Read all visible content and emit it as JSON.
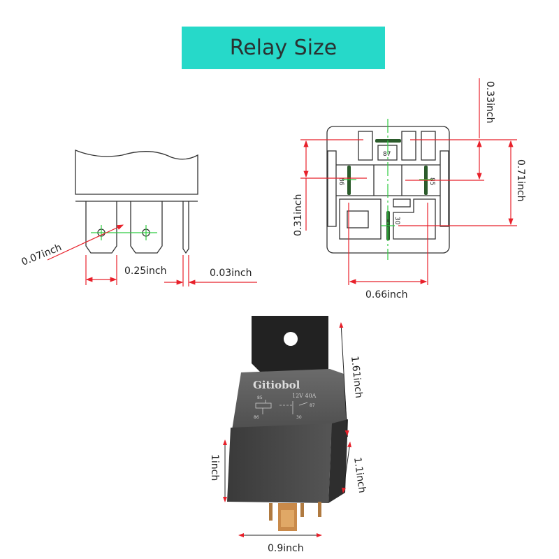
{
  "title": "Relay Size",
  "colors": {
    "banner": "#26d9c9",
    "dimension_line": "#e8202a",
    "center_line": "#2ecc40"
  },
  "side_view": {
    "dims": {
      "pin_hole": "0.07inch",
      "pin_width": "0.25inch",
      "pin_thickness": "0.03inch"
    }
  },
  "bottom_view": {
    "pins": {
      "p87": "87",
      "p86": "86",
      "p85": "85",
      "p30": "30"
    },
    "dims": {
      "pin87_to_86": "0.31inch",
      "pin87_to_85": "0.33inch",
      "pin87_to_30": "0.71inch",
      "pin86_to_85": "0.66inch"
    }
  },
  "photo": {
    "brand": "Gitiobol",
    "rating": "12V  40A",
    "schematic_labels": {
      "p85": "85",
      "p86": "86",
      "p87": "87",
      "p30": "30"
    },
    "dims": {
      "total_height": "1.61inch",
      "body_height": "1.1inch",
      "depth": "1inch",
      "width": "0.9inch"
    }
  }
}
